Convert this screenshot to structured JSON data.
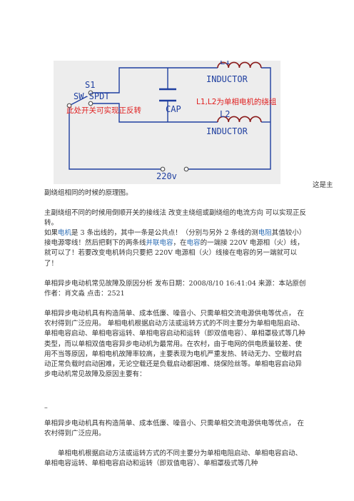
{
  "figure": {
    "label_l1": "L1",
    "label_inductor1": "INDUCTOR",
    "label_s1": "S1",
    "label_swspdt": "SW-SPDT",
    "label_cap": "CAP",
    "label_l2": "L2",
    "label_inductor2": "INDUCTOR",
    "label_220v": "220v",
    "note_switch": "此处开关可实现正反转",
    "note_windings": "L1,L2为单相电机的绕组",
    "colors": {
      "background": "#ededed",
      "wire": "#1f3fa0",
      "inductor": "#8a1a1a",
      "note": "#e02020",
      "terminal": "#555555"
    }
  },
  "caption_right": "这是主",
  "paragraphs": {
    "p1": "副绕组相同的时候的原理图。",
    "p2": "主副绕组不同的时候用倒顺开关的接线法 改变主绕组或副绕组的电流方向 可以实现正反转。",
    "p3": {
      "t1": "如果",
      "link1": "电机",
      "t2": "是 3 条出线的，其中一条是公共点！（分别与另外 2 条线的测",
      "link2": "电阻",
      "t3": "其值较小）接电源零线！然后把剩下的两条线",
      "link3": "并联电容",
      "t4": "，在",
      "link4": "电容",
      "t5": "的一端接 220V 电源相（火）线，就可以了！若要改变电机转向只要把 220V 电源相（火）线接在电容的另一端就可以了！"
    },
    "p4": "单相异步电动机常见故障及原因分析 发布日期：2008/8/10 16:41:04 来源：本站原创 作者：肖文淼 点击：2521",
    "p5": "单相异步电动机具有构造简单、成本低廉、噪音小、只需单相交流电源供电等优点， 在农村得到广泛应用。 单相电机根据启动方法或运转方式的不同主要分为单相电阻启动、单相电容启动、单相电容运转、单相电容启动和运转（即双值电容）、单相罩极式等几种类型，而以单相双值电容异步电动机为最常用。在农村，由于电网的供电质量较差、使用不当等原因，单相电机故障率较高，主要表现为电机严重发热、转动无力、空载时启动正常负载时启动困难，无论空载还是负载启动都困难、烧保险丝等。单相电容启动异步电动机常见故障及原因主要有：",
    "dash": "–",
    "p6": "单相异步电动机具有构造简单、成本低廉、噪音小、只需单相交流电源供电等优点， 在农村得到广泛应用。",
    "p7": "单相电机根据启动方法或运转方式的不同主要分为单相电阻启动、单相电容启动、单相电容运转、单相电容启动和运转（即双值电容）、单相罩极式等几种"
  }
}
